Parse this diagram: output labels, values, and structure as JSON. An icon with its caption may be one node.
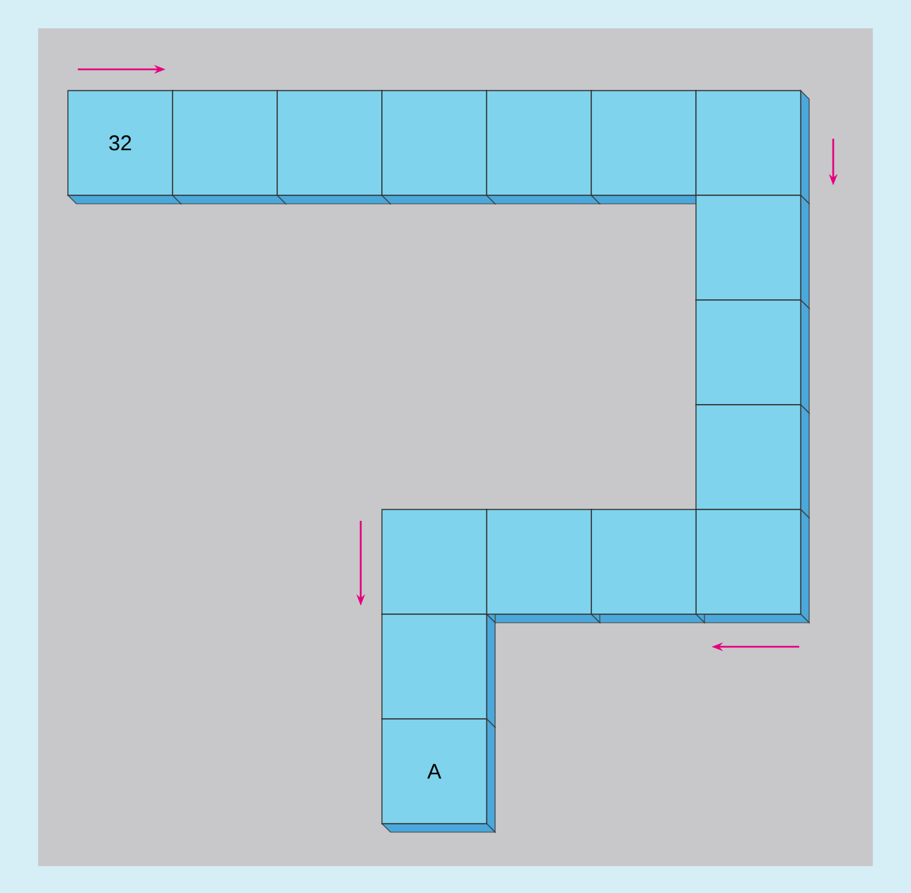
{
  "diagram": {
    "nodes": [
      {
        "text": [
          "32"
        ]
      },
      {
        "text": [],
        "shape": "box"
      },
      {
        "text": [],
        "shape": "box"
      },
      {
        "text": [],
        "shape": "box"
      },
      {
        "text": [],
        "shape": "box"
      },
      {
        "text": [],
        "shape": "box"
      },
      {
        "text": [],
        "shape": "box"
      },
      {
        "text": [],
        "shape": "box"
      },
      {
        "text": [],
        "shape": "box"
      },
      {
        "text": [],
        "shape": "box"
      },
      {
        "text": [],
        "shape": "box"
      },
      {
        "text": [],
        "shape": "box"
      },
      {
        "text": [],
        "shape": "box"
      },
      {
        "text": [],
        "shape": "box"
      },
      {
        "text": [],
        "shape": "box"
      },
      {
        "text": [
          "A"
        ]
      }
    ]
  }
}
